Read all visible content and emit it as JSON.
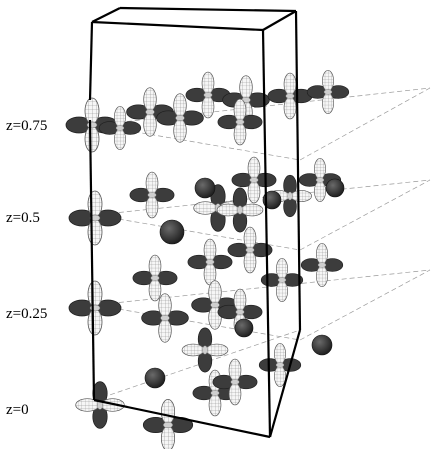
{
  "figure": {
    "layer_labels": [
      "z=0",
      "z=0.25",
      "z=0.5",
      "z=0.75"
    ]
  },
  "colors": {
    "lobe_dark": "#3c3c3c",
    "lobe_dark_edge": "#1e1e1e",
    "lobe_light": "#f6f6f6",
    "lobe_light_mesh": "#8a8a8a",
    "sphere": "#2e2e2e",
    "frame": "#000000",
    "layer_plane": "#9a9a9a"
  },
  "icons": {
    "orbital": "d-orbital-cloverleaf",
    "atom": "spherical-atom"
  }
}
